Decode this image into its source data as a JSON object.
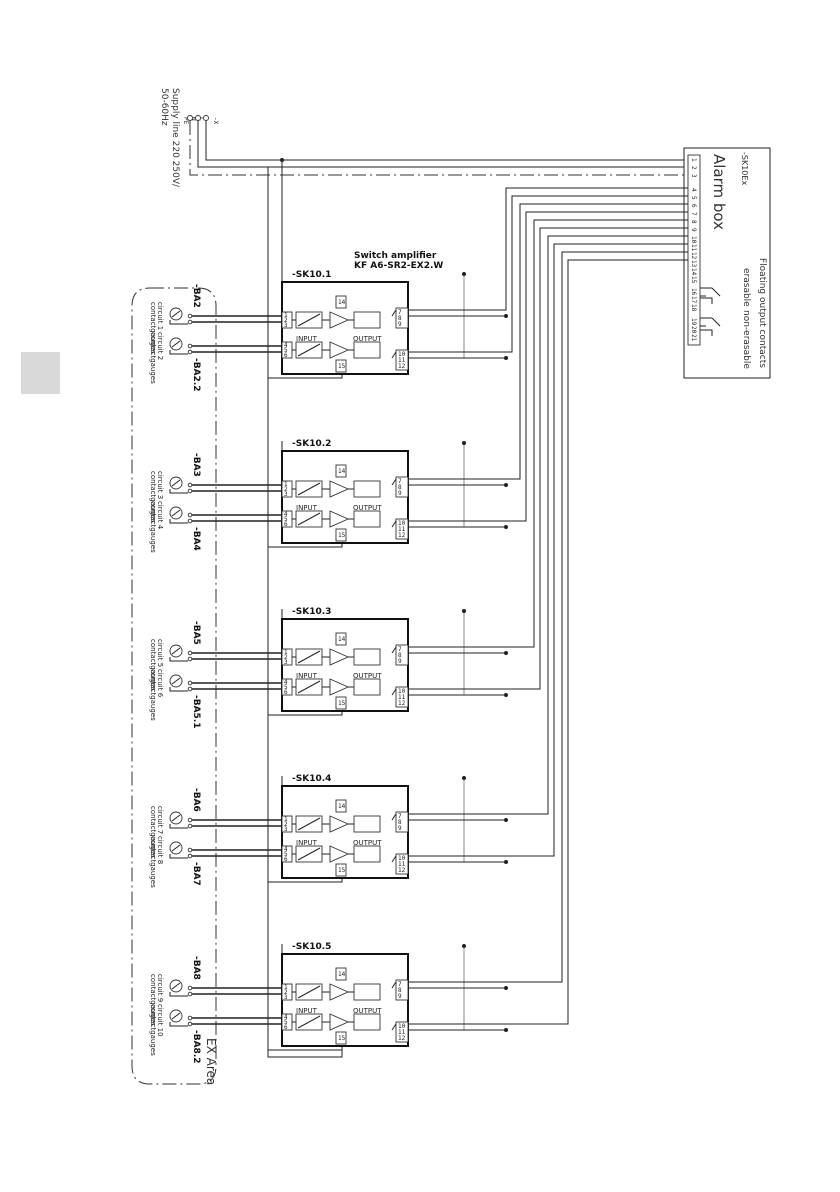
{
  "supply": {
    "line1": "Supply line 220 250V/",
    "line2": "50-60Hz",
    "terminals": [
      "PE",
      "N",
      "L"
    ],
    "ref": "-X"
  },
  "alarm_box": {
    "ref": "-SK10Ex",
    "title": "Alarm box",
    "contacts_title": "Floating output contacts",
    "erasable": "erasable",
    "non_erasable": "non-erasable",
    "terminals": [
      "1",
      "2",
      "3",
      "4",
      "5",
      "6",
      "7",
      "8",
      "9",
      "10",
      "11",
      "12",
      "13",
      "14",
      "15",
      "16",
      "17",
      "18",
      "19",
      "20",
      "21"
    ]
  },
  "switch_amplifier": {
    "title": "Switch amplifier",
    "model": "KF A6-SR2-EX2.W"
  },
  "module_labels": {
    "input": "INPUT",
    "output": "OUTPUT"
  },
  "modules": [
    {
      "ref": "-SK10.1",
      "inputs": [
        "1",
        "2",
        "3",
        "4",
        "5",
        "6"
      ],
      "outputs": [
        "7",
        "8",
        "9",
        "10",
        "11",
        "12"
      ],
      "supply": [
        "14",
        "15"
      ]
    },
    {
      "ref": "-SK10.2",
      "inputs": [
        "1",
        "2",
        "3",
        "4",
        "5",
        "6"
      ],
      "outputs": [
        "7",
        "8",
        "9",
        "10",
        "11",
        "12"
      ],
      "supply": [
        "14",
        "15"
      ]
    },
    {
      "ref": "-SK10.3",
      "inputs": [
        "1",
        "2",
        "3",
        "4",
        "5",
        "6"
      ],
      "outputs": [
        "7",
        "8",
        "9",
        "10",
        "11",
        "12"
      ],
      "supply": [
        "14",
        "15"
      ]
    },
    {
      "ref": "-SK10.4",
      "inputs": [
        "1",
        "2",
        "3",
        "4",
        "5",
        "6"
      ],
      "outputs": [
        "7",
        "8",
        "9",
        "10",
        "11",
        "12"
      ],
      "supply": [
        "14",
        "15"
      ]
    },
    {
      "ref": "-SK10.5",
      "inputs": [
        "1",
        "2",
        "3",
        "4",
        "5",
        "6"
      ],
      "outputs": [
        "7",
        "8",
        "9",
        "10",
        "11",
        "12"
      ],
      "supply": [
        "14",
        "15"
      ]
    }
  ],
  "sensors": [
    {
      "ref": "-BA2",
      "circuit": "circuit 1",
      "desc": "contactgauges"
    },
    {
      "ref": "-BA2.2",
      "circuit": "circuit 2",
      "desc": "contactgauges"
    },
    {
      "ref": "-BA3",
      "circuit": "circuit 3",
      "desc": "contactgauges"
    },
    {
      "ref": "-BA4",
      "circuit": "circuit 4",
      "desc": "contactgauges"
    },
    {
      "ref": "-BA5",
      "circuit": "circuit 5",
      "desc": "contactgauges"
    },
    {
      "ref": "-BA5.1",
      "circuit": "circuit 6",
      "desc": "contactgauges"
    },
    {
      "ref": "-BA6",
      "circuit": "circuit 7",
      "desc": "contactgauges"
    },
    {
      "ref": "-BA7",
      "circuit": "circuit 8",
      "desc": "contactgauges"
    },
    {
      "ref": "-BA8",
      "circuit": "circuit 9",
      "desc": "contactgauges"
    },
    {
      "ref": "-BA8.2",
      "circuit": "circuit 10",
      "desc": "contactgauges"
    }
  ],
  "ex_area": "EX Area"
}
